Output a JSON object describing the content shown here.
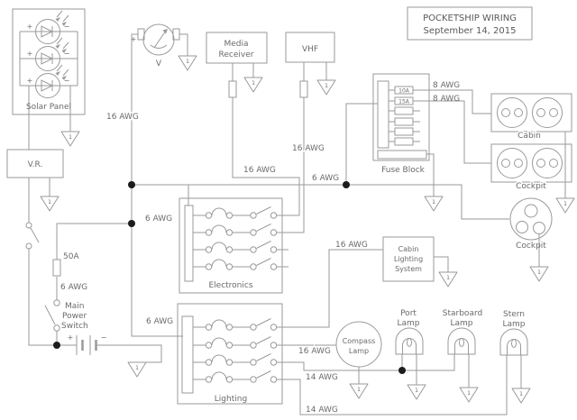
{
  "title": {
    "line1": "POCKETSHIP WIRING",
    "line2": "September 14, 2015"
  },
  "labels": {
    "solar_panel": "Solar Panel",
    "vr": "V.R.",
    "voltmeter": "V",
    "media1": "Media",
    "media2": "Receiver",
    "vhf": "VHF",
    "fuse_block": "Fuse Block",
    "fuse_10a": "10A",
    "fuse_15a": "15A",
    "cabin_outlets": "Cabin",
    "cockpit_outlets": "Cockpit",
    "cockpit_connector": "Cockpit",
    "electronics": "Electronics",
    "lighting": "Lighting",
    "cls1": "Cabin",
    "cls2": "Lighting",
    "cls3": "System",
    "compass1": "Compass",
    "compass2": "Lamp",
    "port1": "Port",
    "port2": "Lamp",
    "stbd1": "Starboard",
    "stbd2": "Lamp",
    "stern1": "Stern",
    "stern2": "Lamp",
    "msw1": "Main",
    "msw2": "Power",
    "msw3": "Switch",
    "fuse_50a": "50A",
    "plus": "+",
    "minus": "−",
    "gnd": "1"
  },
  "wires": {
    "g16_voltmeter": "16 AWG",
    "g16_media": "16 AWG",
    "g16_vhf": "16 AWG",
    "g6_bus": "6 AWG",
    "g6_upper": "6 AWG",
    "g6_lower": "6 AWG",
    "g6_battery": "6 AWG",
    "g8_cabin": "8 AWG",
    "g8_cockpit": "8 AWG",
    "g16_cls": "16 AWG",
    "g16_compass": "16 AWG",
    "g14_nav": "14 AWG",
    "g14_stern": "14 AWG"
  },
  "colors": {
    "line": "#9a9a9a",
    "text": "#6a6a6a",
    "junction": "#1c1c1c",
    "background": "#ffffff"
  }
}
